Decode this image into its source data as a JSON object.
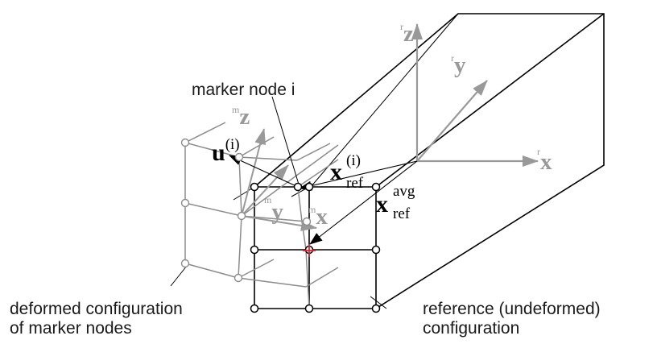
{
  "labels": {
    "marker_node": "marker node i",
    "deformed": [
      "deformed configuration",
      "of marker nodes"
    ],
    "reference": [
      "reference (undeformed)",
      "configuration"
    ]
  },
  "axes": {
    "ref": {
      "superscript": "r",
      "x": "x",
      "y": "y",
      "z": "z"
    },
    "marker": {
      "superscript": "m",
      "x": "x",
      "y": "y",
      "z": "z"
    }
  },
  "vectors": {
    "u": {
      "symbol": "u",
      "superscript": "(i)"
    },
    "x_ref_i": {
      "symbol": "x",
      "superscript": "(i)",
      "subscript": "ref"
    },
    "x_ref_avg": {
      "symbol": "x",
      "superscript": "avg",
      "subscript": "ref"
    }
  },
  "colors": {
    "line": "#000000",
    "gray": "#8c8c8c",
    "axis_gray": "#999999",
    "centroid": "#e0242b"
  }
}
